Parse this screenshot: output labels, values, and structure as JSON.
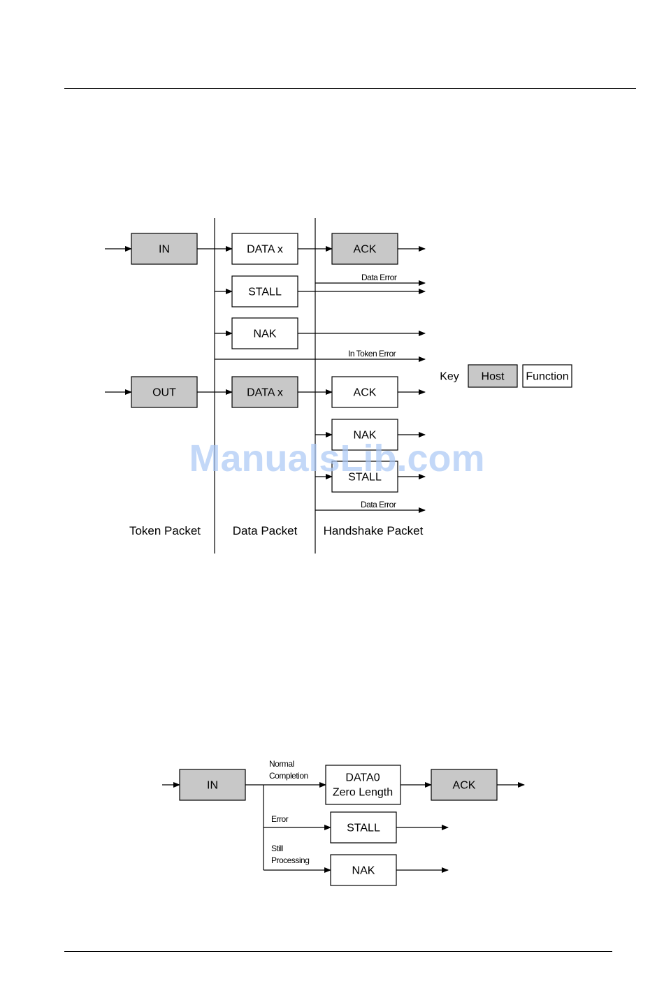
{
  "diagram1": {
    "token": {
      "in": "IN",
      "out": "OUT"
    },
    "data": {
      "in_data": "DATA x",
      "stall": "STALL",
      "nak": "NAK",
      "out_data": "DATA x"
    },
    "handshake": {
      "in_ack": "ACK",
      "out_ack": "ACK",
      "out_nak": "NAK",
      "out_stall": "STALL"
    },
    "labels": {
      "data_error_top": "Data Error",
      "in_token_error": "In Token Error",
      "data_error_bottom": "Data Error"
    },
    "columns": {
      "token": "Token Packet",
      "data": "Data Packet",
      "handshake": "Handshake Packet"
    },
    "key": {
      "label": "Key",
      "host": "Host",
      "function": "Function"
    }
  },
  "diagram2": {
    "in": "IN",
    "data0_line1": "DATA0",
    "data0_line2": "Zero Length",
    "ack": "ACK",
    "stall": "STALL",
    "nak": "NAK",
    "normal_line1": "Normal",
    "normal_line2": "Completion",
    "error": "Error",
    "still_line1": "Still",
    "still_line2": "Processing"
  },
  "watermark": "ManualsLib.com",
  "colors": {
    "host_fill": "#c8c8c8",
    "function_fill": "#ffffff",
    "watermark": "#a9c8f5"
  }
}
